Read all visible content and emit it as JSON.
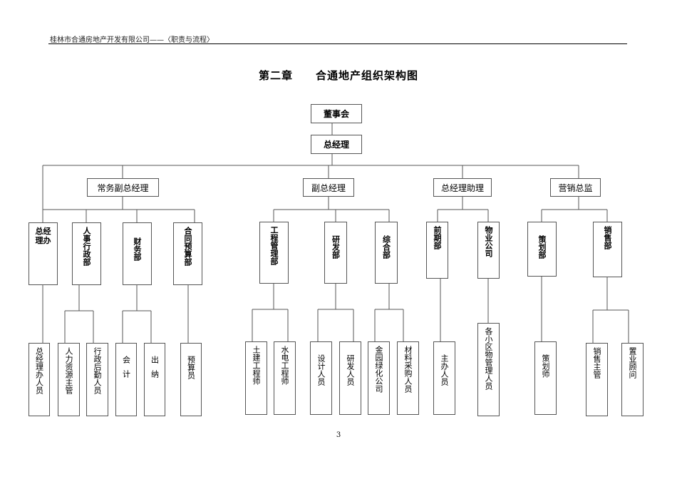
{
  "header": {
    "text": "桂林市合通房地产开发有限公司——〈职责与流程〉"
  },
  "title": "第二章　　合通地产组织架构图",
  "page_number": "3",
  "org": {
    "board": "董事会",
    "gm": "总经理",
    "vps": [
      "常务副总经理",
      "副总经理",
      "总经理助理",
      "营销总监"
    ],
    "depts": [
      "总经理办",
      "人事行政部",
      "财务部",
      "合同预算部",
      "工程管理部",
      "研发部",
      "综合部",
      "前期部",
      "物业公司",
      "策划部",
      "销售部"
    ],
    "staff": [
      "总经理办人员",
      "人力资源主管",
      "行政后勤人员",
      "会计",
      "出纳",
      "预算员",
      "土建工程师",
      "水电工程师",
      "设计人员",
      "研发人员",
      "金园绿化公司",
      "材料采购人员",
      "主办人员",
      "各小区物管理人员",
      "策划师",
      "销售主管",
      "置业顾问"
    ]
  }
}
